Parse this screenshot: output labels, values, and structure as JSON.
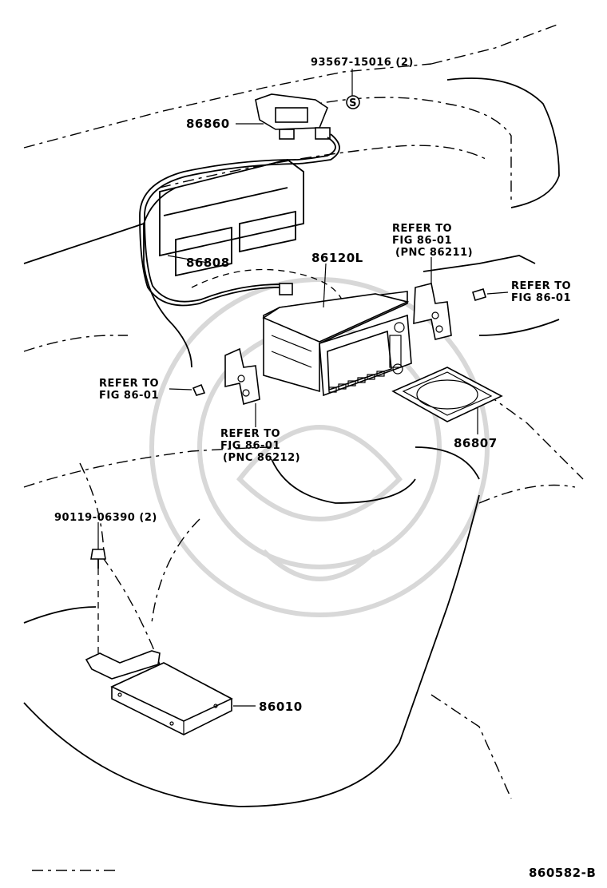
{
  "diagram": {
    "labels": {
      "p93567": "93567-15016 (2)",
      "p86860": "86860",
      "p86808": "86808",
      "p86120L": "86120L",
      "refer_right_top_1": "REFER TO",
      "refer_right_top_2": "FIG 86-01",
      "refer_right_top_3": "(PNC 86211)",
      "refer_right_1": "REFER TO",
      "refer_right_2": "FIG 86-01",
      "refer_left_1": "REFER TO",
      "refer_left_2": "FIG 86-01",
      "refer_bottom_1": "REFER TO",
      "refer_bottom_2": "FIG 86-01",
      "refer_bottom_3": "(PNC 86212)",
      "p86807": "86807",
      "p90119": "90119-06390 (2)",
      "p86010": "86010",
      "figure_id": "860582-B",
      "s_marker": "S"
    }
  }
}
